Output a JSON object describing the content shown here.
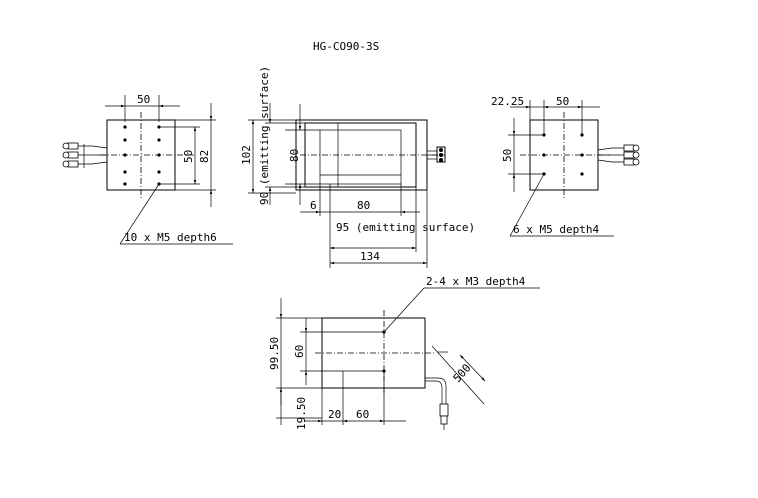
{
  "title": "HG-CO90-3S",
  "views": {
    "left": {
      "dim_top": "50",
      "dim_inner": "50",
      "dim_height": "82",
      "callout": "10 x  M5 depth6"
    },
    "front": {
      "dim_total_height": "102",
      "dim_emit_height": "90 (emitting surface)",
      "dim_inner_height": "80",
      "dim_offset": "6",
      "dim_inner_width": "80",
      "dim_emit_width": "95 (emitting surface)",
      "dim_total_width": "134"
    },
    "right": {
      "dim_offset": "22.25",
      "dim_top": "50",
      "dim_height": "50",
      "callout": "6 x  M5 depth4"
    },
    "bottom": {
      "callout": "2-4 x  M3 depth4",
      "dim_height_total": "99.50",
      "dim_height_inner": "60",
      "dim_height_small": "19.50",
      "dim_width_small": "20",
      "dim_width_inner": "60",
      "dim_cable": "500"
    }
  }
}
